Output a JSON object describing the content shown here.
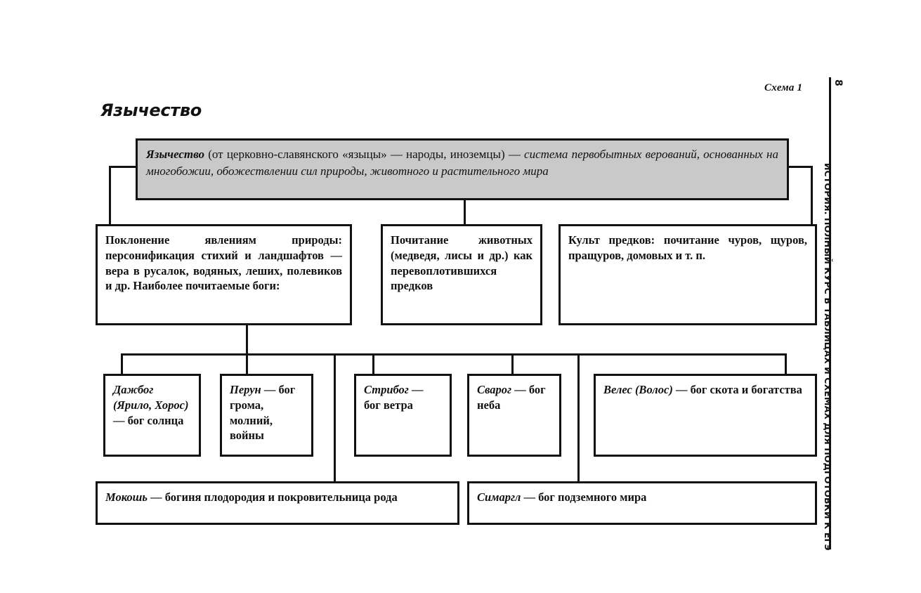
{
  "header": {
    "scheme_label": "Схема 1",
    "page_number": "8",
    "title": "Язычество",
    "running_head": "ИСТОРИЯ. ПОЛНЫЙ КУРС В ТАБЛИЦАХ И СХЕМАХ ДЛЯ ПОДГОТОВКИ К ЕГЭ"
  },
  "colors": {
    "ink": "#111111",
    "definition_box_fill": "#c9c9c9",
    "page_background": "#ffffff"
  },
  "definition": {
    "term": "Язычество",
    "body": " (от церковно-славянского «языцы» — народы, иноземцы) — ",
    "body_italic": "система первобытных верований, основанных на многобожии, обожествлении сил природы, животного и растительного мира"
  },
  "branches": [
    {
      "id": "nature-worship",
      "text": "Поклонение явлениям природы: персонификация стихий и ландшафтов — вера в русалок, водяных, леших, полевиков и др. Наиболее почитаемые боги:"
    },
    {
      "id": "animal-veneration",
      "text": "Почитание животных (медведя, лисы и др.) как перевоплотившихся предков"
    },
    {
      "id": "ancestor-cult",
      "text": "Культ предков: почитание чуров, щуров, пращуров, домовых и т. п."
    }
  ],
  "gods": [
    {
      "id": "dazhbog",
      "name": "Дажбог (Ярило, Хорос)",
      "desc": " — бог солнца"
    },
    {
      "id": "perun",
      "name": "Перун",
      "desc": " — бог грома, молний, войны"
    },
    {
      "id": "stribog",
      "name": "Стрибог",
      "desc": " — бог ветра"
    },
    {
      "id": "svarog",
      "name": "Сварог",
      "desc": " — бог неба"
    },
    {
      "id": "veles",
      "name": "Велес (Волос)",
      "desc": " — бог скота и богатства"
    },
    {
      "id": "mokosh",
      "name": "Мокошь",
      "desc": " — богиня плодородия и покровительница рода"
    },
    {
      "id": "simargl",
      "name": "Симаргл",
      "desc": " — бог подземного мира"
    }
  ]
}
